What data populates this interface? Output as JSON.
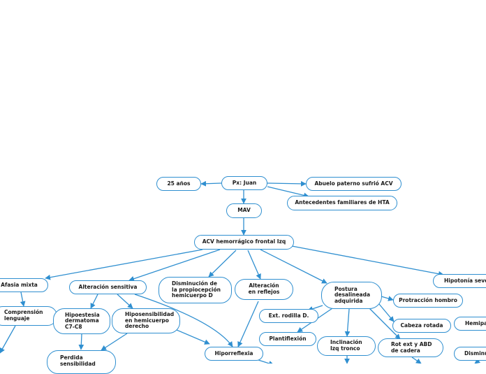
{
  "diagram": {
    "nodes": {
      "px_juan": "Px: Juan",
      "edad": "25 años",
      "abuelo": "Abuelo paterno sufrió ACV",
      "antecedentes": "Antecedentes familiares de HTA",
      "mav": "MAV",
      "acv": "ACV hemorrágico frontal Izq",
      "afasia": "Afasia mixta",
      "alteracion_sensitiva": "Alteración sensitiva",
      "propiocepcion": "Disminución de\nla propiocepción\nhemicuerpo D",
      "reflejos": "Alteración\nen reflejos",
      "postura": "Postura\ndesalineada\nadquirida",
      "hipotonia": "Hipotonía severa",
      "comprension": "Comprensión\nlenguaje",
      "hipoestesia": "Hipoestesia\ndermatoma\nC7-C8",
      "hiposensibilidad": "Hiposensibilidad\nen hemicuerpo\nderecho",
      "ext_rodilla": "Ext. rodilla D.",
      "protraccion": "Protracción hombro",
      "cabeza": "Cabeza rotada",
      "hemipa": "Hemipa",
      "plantiflexion": "Plantiflexión",
      "inclinacion": "Inclinación\nIzq tronco",
      "rot_ext": "Rot ext y ABD\nde cadera",
      "disminu": "Disminu",
      "perdida": "Perdida\nsensibilidad",
      "hiporreflexia": "Hiporreflexia"
    },
    "edge_color": "#2f8fd0"
  }
}
